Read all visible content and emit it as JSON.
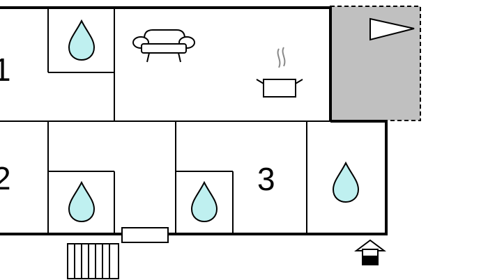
{
  "floorplan": {
    "rooms": [
      {
        "id": "bedroom-1",
        "label": "1"
      },
      {
        "id": "bedroom-2",
        "label": "2"
      },
      {
        "id": "bedroom-3",
        "label": "3"
      }
    ],
    "icons": {
      "bathroom": "water-drop-icon",
      "living_room": "sofa-icon",
      "kitchen": "cooking-pot-icon",
      "stairs": "stairs-icon",
      "entrance": "entrance-house-icon",
      "terrace_flag": "flag-icon"
    },
    "colors": {
      "wall": "#000000",
      "water_drop": "#bff0f0",
      "terrace": "#c0c0c0"
    }
  }
}
